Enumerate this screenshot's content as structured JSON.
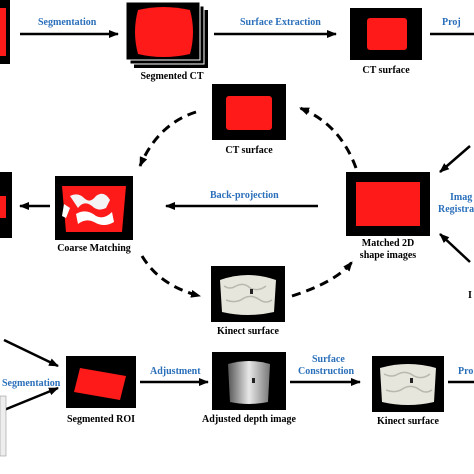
{
  "colors": {
    "process_label": "#2a6fba",
    "image_red": "#ff1a1a",
    "frame": "#000000",
    "arrow": "#000000"
  },
  "top_row": {
    "process_segmentation": "Segmentation",
    "segmented_ct": "Segmented CT",
    "process_surface_extraction": "Surface Extraction",
    "ct_surface": "CT surface",
    "process_projection_partial": "Proj"
  },
  "cycle": {
    "ct_surface": "CT surface",
    "coarse_matching": "Coarse Matching",
    "process_back_projection": "Back-projection",
    "matched_2d_line1": "Matched 2D",
    "matched_2d_line2": "shape images",
    "kinect_surface": "Kinect surface",
    "image_registration_partial_line1": "Imag",
    "image_registration_partial_line2": "Registra",
    "partial_letter": "I"
  },
  "bottom_row": {
    "process_segmentation": "Segmentation",
    "segmented_roi": "Segmented ROI",
    "process_adjustment": "Adjustment",
    "adjusted_depth_image": "Adjusted depth image",
    "process_surface_construction_line1": "Surface",
    "process_surface_construction_line2": "Construction",
    "kinect_surface": "Kinect surface",
    "process_projection_partial": "Pro"
  }
}
